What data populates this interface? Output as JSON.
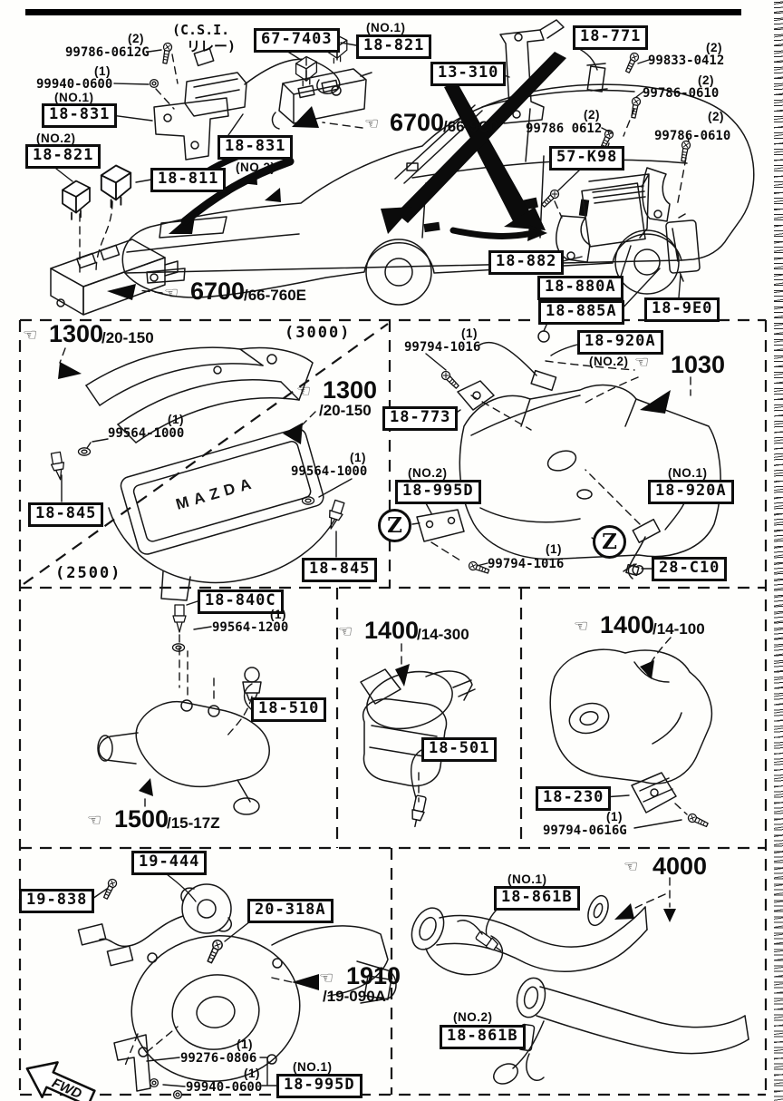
{
  "icons": {
    "hand": "☞"
  },
  "zone_marker": "Z",
  "fwd_label": "FWD",
  "notes": {
    "csi_line1": "(C.S.I.",
    "csi_line2": "リレー)",
    "variant_3000": "(3000)",
    "variant_2500": "(2500)",
    "engine_cover": "MAZDA"
  },
  "groups": {
    "g6700_car": {
      "num": "6700",
      "suffix": "/66-9C0"
    },
    "g6700_module": {
      "num": "6700",
      "suffix": "/66-760E"
    },
    "g1300_a": {
      "num": "1300",
      "suffix": "/20-150"
    },
    "g1300_b": {
      "num": "1300",
      "suffix": "/20-150"
    },
    "g1030": {
      "num": "1030",
      "suffix": ""
    },
    "g1500": {
      "num": "1500",
      "suffix": "/15-17Z"
    },
    "g1400_egr": {
      "num": "1400",
      "suffix": "/14-300"
    },
    "g1400_mount": {
      "num": "1400",
      "suffix": "/14-100"
    },
    "g1910": {
      "num": "1910",
      "suffix": "/19-090A"
    },
    "g4000": {
      "num": "4000",
      "suffix": ""
    }
  },
  "boxes": {
    "b18831_no1": {
      "q": "(NO.1)",
      "text": "18-831"
    },
    "b18821_no2": {
      "q": "(NO.2)",
      "text": "18-821"
    },
    "b677403": {
      "q": "",
      "text": "67-7403"
    },
    "b18821_no1": {
      "q": "(NO.1)",
      "text": "18-821"
    },
    "b13310": {
      "q": "",
      "text": "13-310"
    },
    "b18771": {
      "q": "",
      "text": "18-771"
    },
    "b18831_no2": {
      "q": "(NO.2)",
      "text": "18-831"
    },
    "b18811": {
      "q": "",
      "text": "18-811"
    },
    "b57k98": {
      "q": "",
      "text": "57-K98"
    },
    "b18882": {
      "q": "",
      "text": "18-882"
    },
    "b18880a": {
      "q": "",
      "text": "18-880A"
    },
    "b18885a": {
      "q": "",
      "text": "18-885A"
    },
    "b189e0": {
      "q": "",
      "text": "18-9E0"
    },
    "b18845_l": {
      "q": "",
      "text": "18-845"
    },
    "b18845_r": {
      "q": "",
      "text": "18-845"
    },
    "b18920a_no2": {
      "q": "(NO.2)",
      "text": "18-920A"
    },
    "b18773": {
      "q": "",
      "text": "18-773"
    },
    "b18995d_no2": {
      "q": "(NO.2)",
      "text": "18-995D"
    },
    "b18920a_no1": {
      "q": "(NO.1)",
      "text": "18-920A"
    },
    "b28c10": {
      "q": "",
      "text": "28-C10"
    },
    "b18840c": {
      "q": "",
      "text": "18-840C"
    },
    "b18510": {
      "q": "",
      "text": "18-510"
    },
    "b18501": {
      "q": "",
      "text": "18-501"
    },
    "b18230": {
      "q": "",
      "text": "18-230"
    },
    "b19444": {
      "q": "",
      "text": "19-444"
    },
    "b19838": {
      "q": "",
      "text": "19-838"
    },
    "b20318a": {
      "q": "",
      "text": "20-318A"
    },
    "b18861b_no1": {
      "q": "(NO.1)",
      "text": "18-861B"
    },
    "b18861b_no2": {
      "q": "(NO.2)",
      "text": "18-861B"
    },
    "b18995d_no1": {
      "q": "(NO.1)",
      "text": "18-995D"
    }
  },
  "fasteners": {
    "f0612g": {
      "q": "(2)",
      "text": "99786-0612G"
    },
    "f0600_a": {
      "q": "(1)",
      "text": "99940-0600"
    },
    "f99833": {
      "q": "(2)",
      "text": "99833-0412"
    },
    "f0610_a": {
      "q": "(2)",
      "text": "99786-0610"
    },
    "f0612": {
      "q": "(2)",
      "text": "99786 0612"
    },
    "f0610_b": {
      "q": "(2)",
      "text": "99786-0610"
    },
    "f99564_a": {
      "q": "(1)",
      "text": "99564-1000"
    },
    "f99564_b": {
      "q": "(1)",
      "text": "99564-1000"
    },
    "f99794_a": {
      "q": "(1)",
      "text": "99794-1016"
    },
    "f99794_b": {
      "q": "(1)",
      "text": "99794-1016"
    },
    "f99564_c": {
      "q": "(1)",
      "text": "99564-1200"
    },
    "f0616g": {
      "q": "(1)",
      "text": "99794-0616G"
    },
    "f99276": {
      "q": "(1)",
      "text": "99276-0806"
    },
    "f0600_b": {
      "q": "(1)",
      "text": "99940-0600"
    }
  }
}
